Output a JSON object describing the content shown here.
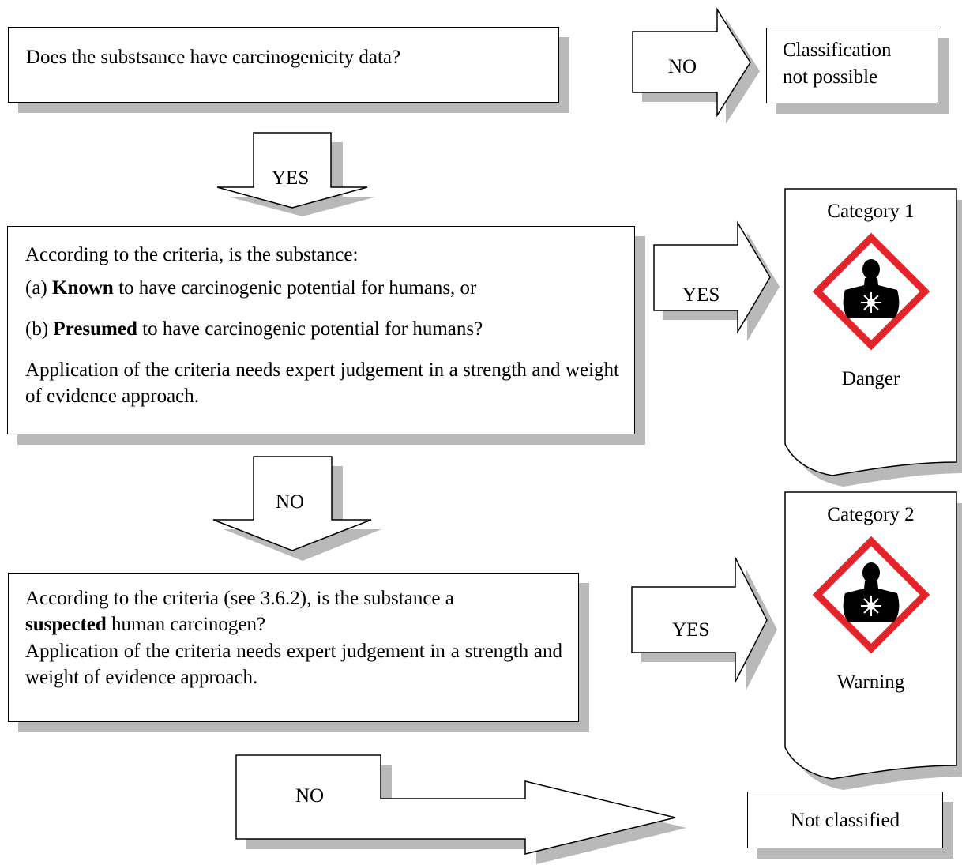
{
  "q1": {
    "text": "Does the substsance have carcinogenicity data?"
  },
  "no_path": {
    "label": "NO",
    "result": {
      "line1": "Classification",
      "line2": "not possible"
    }
  },
  "yes1": {
    "label": "YES"
  },
  "q2": {
    "intro": "According to the criteria, is the substance:",
    "a_prefix": "(a)",
    "a_bold": "Known",
    "a_rest": "to have carcinogenic potential for humans, or",
    "b_prefix": "(b)",
    "b_bold": "Presumed",
    "b_rest": "to have carcinogenic potential for humans?",
    "note": "Application of the criteria needs expert judgement in a strength and weight of evidence approach."
  },
  "yes2": {
    "label": "YES"
  },
  "cat1": {
    "title": "Category 1",
    "signal": "Danger",
    "pictogram": "health-hazard-icon"
  },
  "no2": {
    "label": "NO"
  },
  "q3": {
    "line1": "According to the criteria (see 3.6.2), is the substance a",
    "bold": "suspected",
    "rest": "human carcinogen?",
    "note": "Application of the criteria needs expert judgement in a strength and weight of evidence approach."
  },
  "yes3": {
    "label": "YES"
  },
  "cat2": {
    "title": "Category 2",
    "signal": "Warning",
    "pictogram": "health-hazard-icon"
  },
  "no3": {
    "label": "NO"
  },
  "not_classified": {
    "text": "Not classified"
  },
  "colors": {
    "shadow": "#b9b9b9",
    "pictogram_border": "#e4242b",
    "pictogram_symbol": "#000000"
  }
}
